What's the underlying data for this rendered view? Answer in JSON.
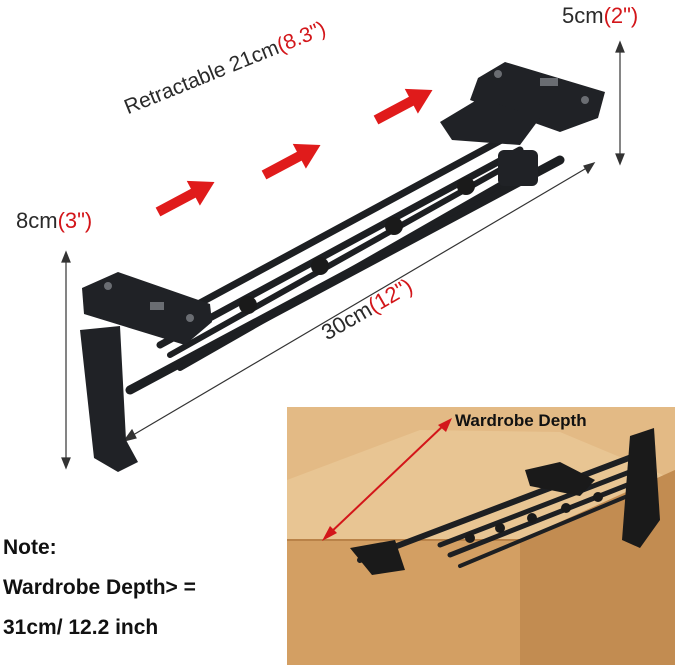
{
  "labels": {
    "height_top": {
      "main": "5cm",
      "accent": "(2\")"
    },
    "height_side": {
      "main": "8cm",
      "accent": "(3\")"
    },
    "retract": {
      "main": "Retractable 21cm",
      "accent": "(8.3\")"
    },
    "length": {
      "main": "30cm",
      "accent": "(12\")"
    },
    "wardrobe_depth": "Wardrobe Depth"
  },
  "note": {
    "line1": "Note:",
    "line2": "Wardrobe Depth> =",
    "line3": "31cm/ 12.2 inch"
  },
  "colors": {
    "rack": "#1d1f22",
    "arrow": "#e01b1b",
    "wood": "#d8ad78",
    "accent_text": "#d3161a"
  }
}
